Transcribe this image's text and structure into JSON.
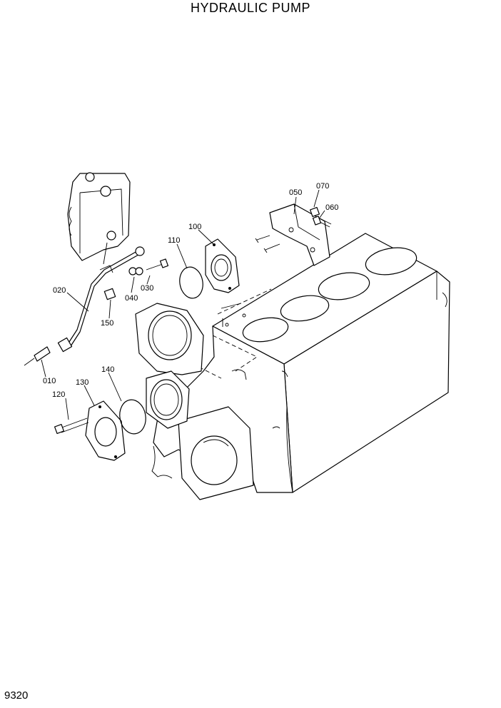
{
  "title": "HYDRAULIC PUMP",
  "page_number": "9320",
  "callouts": [
    {
      "id": "c-070",
      "label": "070"
    },
    {
      "id": "c-050",
      "label": "050"
    },
    {
      "id": "c-060",
      "label": "060"
    },
    {
      "id": "c-100",
      "label": "100"
    },
    {
      "id": "c-110",
      "label": "110"
    },
    {
      "id": "c-030",
      "label": "030"
    },
    {
      "id": "c-040",
      "label": "040"
    },
    {
      "id": "c-020",
      "label": "020"
    },
    {
      "id": "c-150",
      "label": "150"
    },
    {
      "id": "c-140",
      "label": "140"
    },
    {
      "id": "c-010",
      "label": "010"
    },
    {
      "id": "c-130",
      "label": "130"
    },
    {
      "id": "c-120",
      "label": "120"
    }
  ]
}
